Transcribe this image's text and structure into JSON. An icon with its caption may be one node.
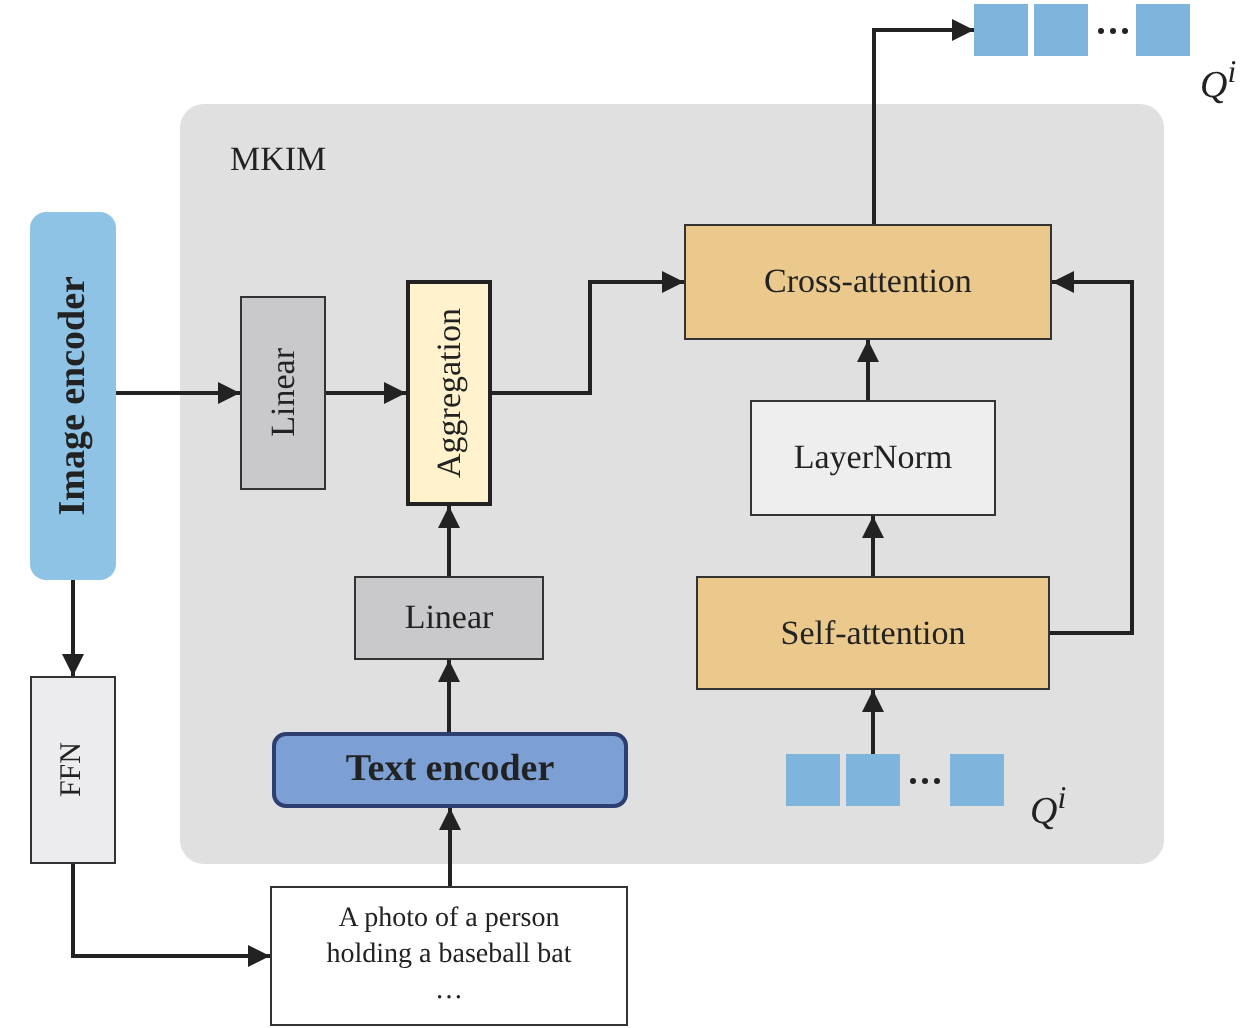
{
  "diagram": {
    "nodes": [
      {
        "text": [
          "MKIM"
        ]
      },
      {
        "text": [
          "Image encoder"
        ]
      },
      {
        "text": [
          "Linear"
        ],
        "in": 0
      },
      {
        "text": [
          "Aggregation"
        ],
        "in": 0
      },
      {
        "text": [
          "Linear"
        ],
        "in": 0
      },
      {
        "text": [
          "Text encoder"
        ],
        "in": 0
      },
      {
        "text": [
          "Cross-attention"
        ],
        "in": 0
      },
      {
        "text": [
          "LayerNorm"
        ],
        "in": 0
      },
      {
        "text": [
          "Self-attention"
        ],
        "in": 0
      },
      {
        "text": [],
        "shape": "box",
        "in": 0,
        "beside": [
          "Q$^{i}$"
        ]
      },
      {
        "text": [],
        "shape": "box",
        "beside": [
          "Q$^{i}$"
        ]
      },
      {
        "text": [
          "FFN"
        ]
      },
      {
        "text": [
          "A photo of a person holding a baseball bat",
          "…"
        ]
      }
    ],
    "edges": [
      {
        "from": 1,
        "to": 2,
        "arrow": "to"
      },
      {
        "from": 2,
        "to": 3,
        "arrow": "to"
      },
      {
        "from": 4,
        "to": 3,
        "arrow": "to"
      },
      {
        "from": 5,
        "to": 4,
        "arrow": "to"
      },
      {
        "from": 3,
        "to": 6,
        "arrow": "to"
      },
      {
        "from": 7,
        "to": 6,
        "arrow": "to"
      },
      {
        "from": 8,
        "to": 7,
        "arrow": "to"
      },
      {
        "from": 9,
        "to": 8,
        "arrow": "to"
      },
      {
        "from": 8,
        "to": 6,
        "arrow": "to"
      },
      {
        "from": 6,
        "to": 10,
        "arrow": "to"
      },
      {
        "from": 1,
        "to": 11,
        "arrow": "to"
      },
      {
        "from": 11,
        "to": 12,
        "arrow": "to"
      },
      {
        "from": 12,
        "to": 5,
        "arrow": "to"
      }
    ]
  }
}
